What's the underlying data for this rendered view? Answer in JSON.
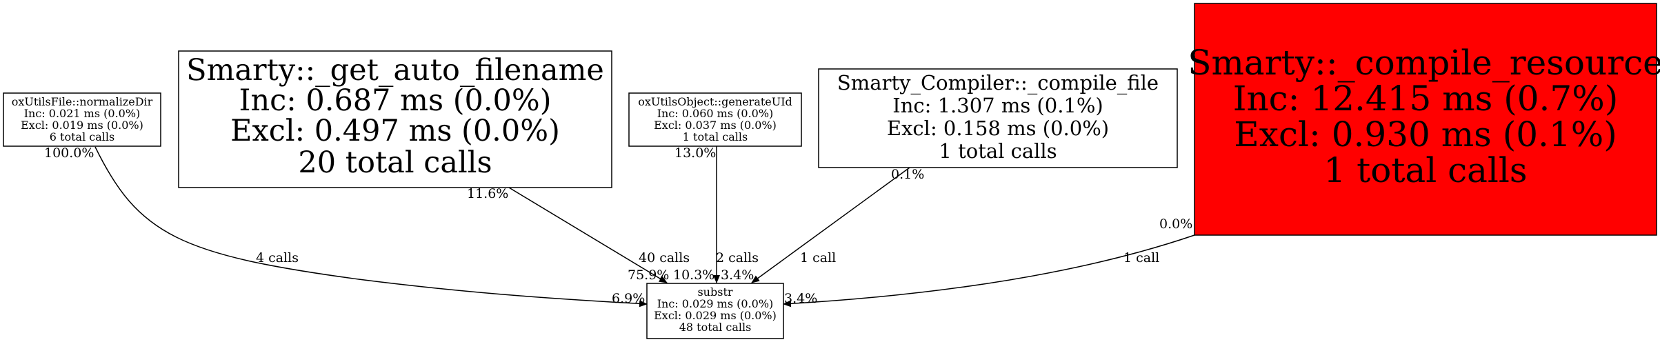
{
  "colors": {
    "hot_node": "#ff0000",
    "node": "#ffffff",
    "stroke": "#000000"
  },
  "nodes": {
    "normalizeDir": {
      "lines": [
        "oxUtilsFile::normalizeDir",
        "Inc: 0.021 ms (0.0%)",
        "Excl: 0.019 ms (0.0%)",
        "6 total calls"
      ]
    },
    "get_auto_filename": {
      "lines": [
        "Smarty::_get_auto_filename",
        "Inc: 0.687 ms (0.0%)",
        "Excl: 0.497 ms (0.0%)",
        "20 total calls"
      ]
    },
    "generateUId": {
      "lines": [
        "oxUtilsObject::generateUId",
        "Inc: 0.060 ms (0.0%)",
        "Excl: 0.037 ms (0.0%)",
        "1 total calls"
      ]
    },
    "compile_file": {
      "lines": [
        "Smarty_Compiler::_compile_file",
        "Inc: 1.307 ms (0.1%)",
        "Excl: 0.158 ms (0.0%)",
        "1 total calls"
      ]
    },
    "compile_resource": {
      "lines": [
        "Smarty::_compile_resource",
        "Inc: 12.415 ms (0.7%)",
        "Excl: 0.930 ms (0.1%)",
        "1 total calls"
      ]
    },
    "substr": {
      "lines": [
        "substr",
        "Inc: 0.029 ms (0.0%)",
        "Excl: 0.029 ms (0.0%)",
        "48 total calls"
      ]
    }
  },
  "edges": [
    {
      "from": "normalizeDir",
      "to": "substr",
      "calls": "4 calls",
      "tail_pct": "100.0%",
      "head_pct": "6.9%"
    },
    {
      "from": "get_auto_filename",
      "to": "substr",
      "calls": "40 calls",
      "tail_pct": "11.6%",
      "head_pct": "75.9%"
    },
    {
      "from": "generateUId",
      "to": "substr",
      "calls": "2 calls",
      "tail_pct": "13.0%",
      "head_pct": "10.3%"
    },
    {
      "from": "compile_file",
      "to": "substr",
      "calls": "1 call",
      "tail_pct": "0.1%",
      "head_pct": "3.4%"
    },
    {
      "from": "compile_resource",
      "to": "substr",
      "calls": "1 call",
      "tail_pct": "0.0%",
      "head_pct": "3.4%"
    }
  ]
}
